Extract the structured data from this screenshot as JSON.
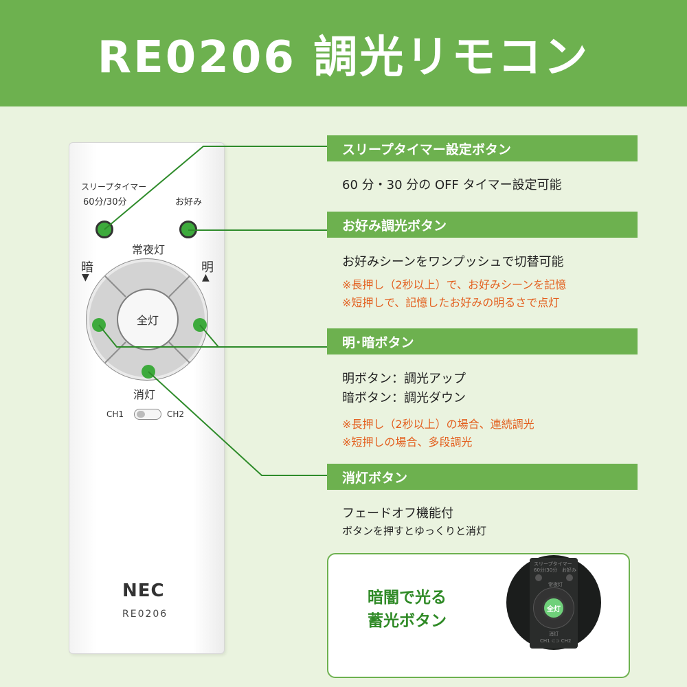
{
  "header": {
    "title": "RE0206 調光リモコン"
  },
  "remote": {
    "sleep_label_1": "スリープタイマー",
    "sleep_label_2": "60分/30分",
    "fav_label": "お好み",
    "night_light": "常夜灯",
    "dark": "暗",
    "bright": "明",
    "dark_arrow": "▼",
    "bright_arrow": "▲",
    "full_light": "全灯",
    "off": "消灯",
    "ch1": "CH1",
    "ch2": "CH2",
    "brand": "NEC",
    "model": "RE0206"
  },
  "sections": {
    "sleep": {
      "title": "スリープタイマー設定ボタン",
      "desc": "60 分・30 分の OFF タイマー設定可能"
    },
    "fav": {
      "title": "お好み調光ボタン",
      "desc": "お好みシーンをワンプッシュで切替可能",
      "note1": "※長押し（2秒以上）で、お好みシーンを記憶",
      "note2": "※短押しで、記憶したお好みの明るさで点灯"
    },
    "brightdark": {
      "title": "明･暗ボタン",
      "desc1": "明ボタン：調光アップ",
      "desc2": "暗ボタン：調光ダウン",
      "note1": "※長押し（2秒以上）の場合、連続調光",
      "note2": "※短押しの場合、多段調光"
    },
    "off": {
      "title": "消灯ボタン",
      "desc1": "フェードオフ機能付",
      "desc2": "ボタンを押すとゆっくりと消灯"
    }
  },
  "inset": {
    "line1": "暗闇で光る",
    "line2": "蓄光ボタン",
    "mini_top": "スリープタイマー",
    "mini_time": "60分/30分",
    "mini_fav": "お好み",
    "mini_night": "常夜灯",
    "mini_full": "全灯",
    "mini_off": "消灯",
    "mini_ch": "CH1 ⊂⊃ CH2"
  },
  "colors": {
    "accent": "#6db14f",
    "background": "#eaf3df",
    "note": "#e35f1e",
    "dot": "#3daa3c",
    "line": "#2e8b2a"
  }
}
